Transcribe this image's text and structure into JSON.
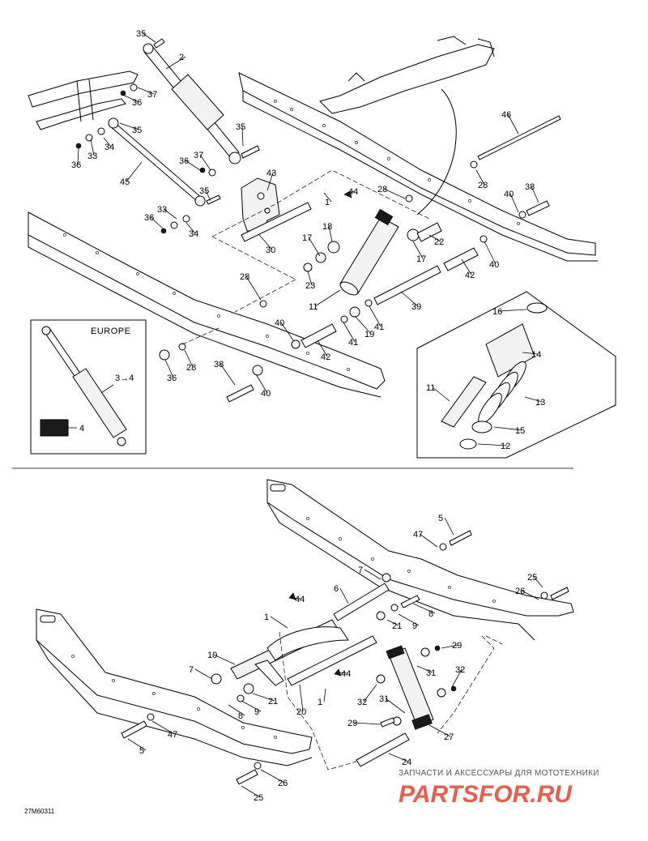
{
  "europe_label": "EUROPE",
  "europe_arrow_label": "3→4",
  "europe_part_label": "4",
  "figure_ref": "27M60311",
  "watermark": {
    "line": "ЗАПЧАСТИ И АКСЕССУАРЫ ДЛЯ МОТОТЕХНИКИ",
    "logo": "PARTSFOR.RU",
    "logo_color": "#e8412a"
  },
  "callouts": [
    {
      "id": "c35a",
      "text": "35"
    },
    {
      "id": "c2",
      "text": "2"
    },
    {
      "id": "c37a",
      "text": "37"
    },
    {
      "id": "c36a",
      "text": "36"
    },
    {
      "id": "c35b",
      "text": "35"
    },
    {
      "id": "c34a",
      "text": "34"
    },
    {
      "id": "c33a",
      "text": "33"
    },
    {
      "id": "c36b",
      "text": "36"
    },
    {
      "id": "c35c",
      "text": "35"
    },
    {
      "id": "c37b",
      "text": "37"
    },
    {
      "id": "c36c",
      "text": "36"
    },
    {
      "id": "c45",
      "text": "45"
    },
    {
      "id": "c43",
      "text": "43"
    },
    {
      "id": "c35d",
      "text": "35"
    },
    {
      "id": "c44a",
      "text": "44"
    },
    {
      "id": "c1a",
      "text": "1"
    },
    {
      "id": "c33b",
      "text": "33"
    },
    {
      "id": "c36d",
      "text": "36"
    },
    {
      "id": "c34b",
      "text": "34"
    },
    {
      "id": "c30",
      "text": "30"
    },
    {
      "id": "c28a",
      "text": "28"
    },
    {
      "id": "c46",
      "text": "46"
    },
    {
      "id": "c28b",
      "text": "28"
    },
    {
      "id": "c40a",
      "text": "40"
    },
    {
      "id": "c38a",
      "text": "38"
    },
    {
      "id": "c18",
      "text": "18"
    },
    {
      "id": "c22",
      "text": "22"
    },
    {
      "id": "c17a",
      "text": "17"
    },
    {
      "id": "c17b",
      "text": "17"
    },
    {
      "id": "c40b",
      "text": "40"
    },
    {
      "id": "c23",
      "text": "23"
    },
    {
      "id": "c42a",
      "text": "42"
    },
    {
      "id": "c28c",
      "text": "28"
    },
    {
      "id": "c11a",
      "text": "11"
    },
    {
      "id": "c39",
      "text": "39"
    },
    {
      "id": "c16",
      "text": "16"
    },
    {
      "id": "c40c",
      "text": "40"
    },
    {
      "id": "c41a",
      "text": "41"
    },
    {
      "id": "c19",
      "text": "19"
    },
    {
      "id": "c41b",
      "text": "41"
    },
    {
      "id": "c14",
      "text": "14"
    },
    {
      "id": "c42b",
      "text": "42"
    },
    {
      "id": "c36e",
      "text": "36"
    },
    {
      "id": "c28d",
      "text": "28"
    },
    {
      "id": "c38b",
      "text": "38"
    },
    {
      "id": "c11b",
      "text": "11"
    },
    {
      "id": "c13",
      "text": "13"
    },
    {
      "id": "c40d",
      "text": "40"
    },
    {
      "id": "c15",
      "text": "15"
    },
    {
      "id": "c12",
      "text": "12"
    },
    {
      "id": "c5a",
      "text": "5"
    },
    {
      "id": "c47a",
      "text": "47"
    },
    {
      "id": "c7a",
      "text": "7"
    },
    {
      "id": "c6",
      "text": "6"
    },
    {
      "id": "c25a",
      "text": "25"
    },
    {
      "id": "c26a",
      "text": "26"
    },
    {
      "id": "c44b",
      "text": "44"
    },
    {
      "id": "c8a",
      "text": "8"
    },
    {
      "id": "c1b",
      "text": "1"
    },
    {
      "id": "c21a",
      "text": "21"
    },
    {
      "id": "c9a",
      "text": "9"
    },
    {
      "id": "c29a",
      "text": "29"
    },
    {
      "id": "c10",
      "text": "10"
    },
    {
      "id": "c31a",
      "text": "31"
    },
    {
      "id": "c32a",
      "text": "32"
    },
    {
      "id": "c7b",
      "text": "7"
    },
    {
      "id": "c44c",
      "text": "44"
    },
    {
      "id": "c32b",
      "text": "32"
    },
    {
      "id": "c21b",
      "text": "21"
    },
    {
      "id": "c1c",
      "text": "1"
    },
    {
      "id": "c31b",
      "text": "31"
    },
    {
      "id": "c8b",
      "text": "8"
    },
    {
      "id": "c9b",
      "text": "9"
    },
    {
      "id": "c20",
      "text": "20"
    },
    {
      "id": "c29b",
      "text": "29"
    },
    {
      "id": "c47b",
      "text": "47"
    },
    {
      "id": "c27",
      "text": "27"
    },
    {
      "id": "c5b",
      "text": "5"
    },
    {
      "id": "c24",
      "text": "24"
    },
    {
      "id": "c26b",
      "text": "26"
    },
    {
      "id": "c25b",
      "text": "25"
    }
  ]
}
